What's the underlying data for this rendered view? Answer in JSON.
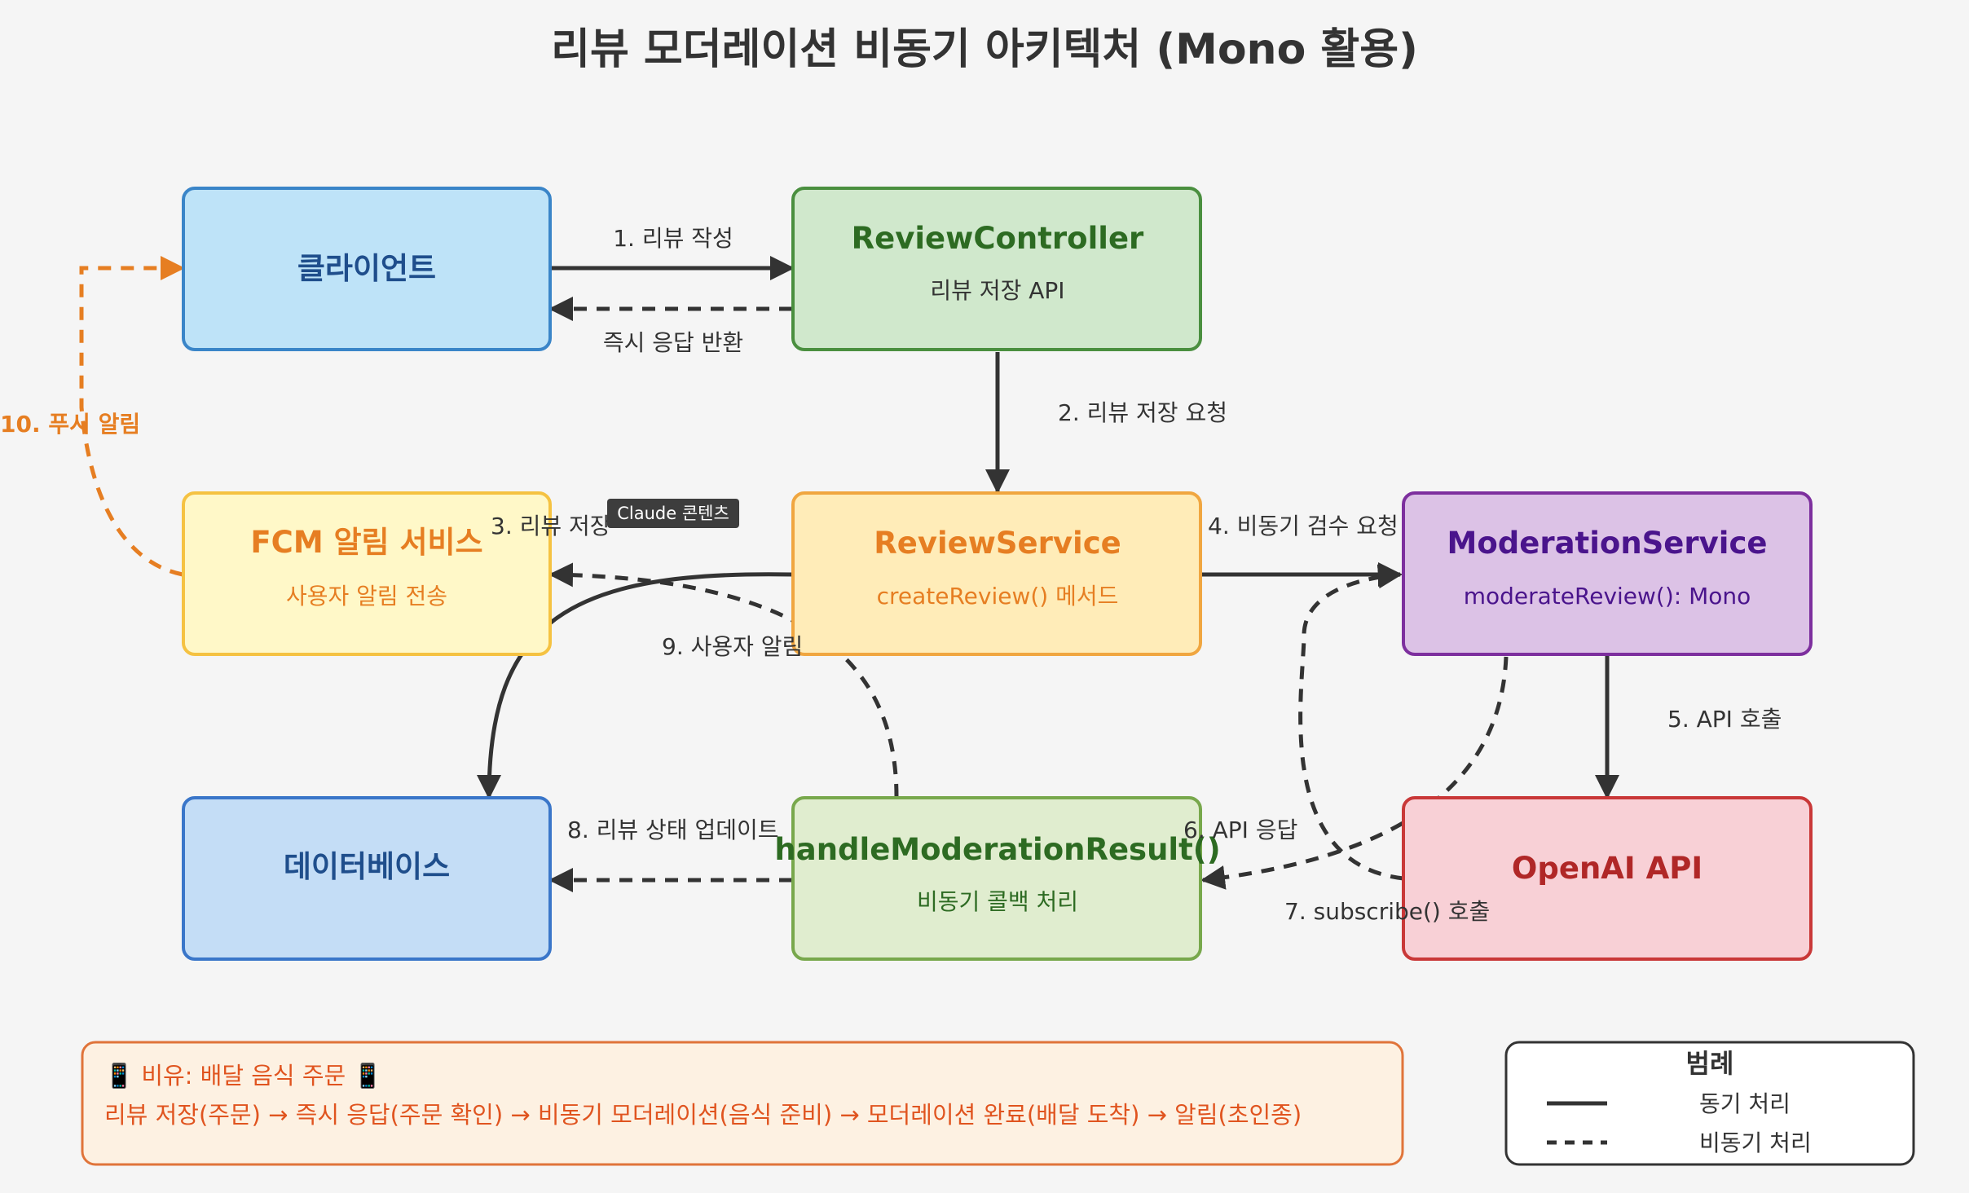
{
  "title": "리뷰 모더레이션 비동기 아키텍처 (Mono 활용)",
  "nodes": {
    "client": {
      "title": "클라이언트",
      "subtitle": ""
    },
    "controller": {
      "title": "ReviewController",
      "subtitle": "리뷰 저장 API"
    },
    "fcm": {
      "title": "FCM 알림 서비스",
      "subtitle": "사용자 알림 전송"
    },
    "service": {
      "title": "ReviewService",
      "subtitle": "createReview() 메서드"
    },
    "moderation": {
      "title": "ModerationService",
      "subtitle": "moderateReview(): Mono"
    },
    "database": {
      "title": "데이터베이스",
      "subtitle": ""
    },
    "handler": {
      "title": "handleModerationResult()",
      "subtitle": "비동기 콜백 처리"
    },
    "openai": {
      "title": "OpenAI API",
      "subtitle": ""
    }
  },
  "edges": [
    {
      "id": "e1",
      "label": "1. 리뷰 작성",
      "style": "solid"
    },
    {
      "id": "e1r",
      "label": "즉시 응답 반환",
      "style": "dashed"
    },
    {
      "id": "e2",
      "label": "2. 리뷰 저장 요청",
      "style": "solid"
    },
    {
      "id": "e3",
      "label": "3. 리뷰 저장",
      "style": "solid"
    },
    {
      "id": "e4",
      "label": "4. 비동기 검수 요청",
      "style": "solid"
    },
    {
      "id": "e5",
      "label": "5. API 호출",
      "style": "solid"
    },
    {
      "id": "e6",
      "label": "6. API 응답",
      "style": "dashed"
    },
    {
      "id": "e7",
      "label": "7. subscribe() 호출",
      "style": "dashed"
    },
    {
      "id": "e8",
      "label": "8. 리뷰 상태 업데이트",
      "style": "dashed"
    },
    {
      "id": "e9",
      "label": "9. 사용자 알림",
      "style": "dashed"
    },
    {
      "id": "e10",
      "label": "10. 푸시 알림",
      "style": "dashed"
    }
  ],
  "tooltip": "Claude 콘텐츠",
  "analogy": {
    "heading": "📱 비유: 배달 음식 주문 📱",
    "text": "리뷰 저장(주문) → 즉시 응답(주문 확인) → 비동기 모더레이션(음식 준비) → 모더레이션 완료(배달 도착) → 알림(초인종)"
  },
  "legend": {
    "title": "범례",
    "sync": "동기 처리",
    "async": "비동기 처리"
  },
  "colors": {
    "client_fill": "#bee3f8",
    "client_stroke": "#3a85c8",
    "client_text": "#1f4e8c",
    "controller_fill": "#d0e8cc",
    "controller_stroke": "#4a8f3f",
    "controller_text": "#2d6b22",
    "fcm_fill": "#fff8c8",
    "fcm_stroke": "#f5c242",
    "fcm_text": "#e67e22",
    "service_fill": "#ffecb8",
    "service_stroke": "#f0a640",
    "service_text": "#e67e22",
    "moderation_fill": "#dcc2e6",
    "moderation_stroke": "#7d2f9e",
    "moderation_text": "#4a148c",
    "database_fill": "#c4ddf6",
    "database_stroke": "#3a76c9",
    "database_text": "#1f4e8c",
    "handler_fill": "#e0edcf",
    "handler_stroke": "#78a84c",
    "handler_text": "#2d6b22",
    "openai_fill": "#f8d0d6",
    "openai_stroke": "#c93838",
    "openai_text": "#b02727",
    "edge": "#333333",
    "push": "#e67e22"
  }
}
